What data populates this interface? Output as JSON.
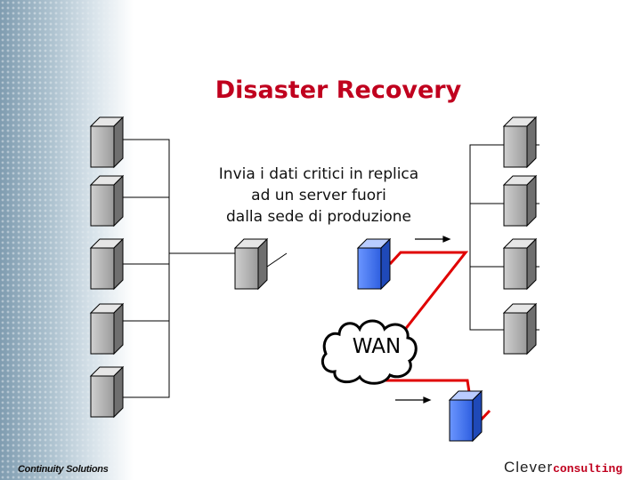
{
  "slide": {
    "title": "Disaster Recovery",
    "caption_lines": [
      "Invia i dati critici in replica",
      "ad un server fuori",
      "dalla sede di produzione"
    ],
    "wan_label": "WAN",
    "footer_left": "Continuity Solutions",
    "logo": {
      "part1": "Clever",
      "part2": "consulting",
      "tagline": ""
    }
  },
  "colors": {
    "title": "#c0001e",
    "link_line": "#e00000",
    "server_gray": "#a8a8a8",
    "server_blue": "#4a7cf0",
    "logo_accent": "#c0001e"
  },
  "icons": [
    "server-icon",
    "cloud-icon",
    "arrow-icon"
  ]
}
